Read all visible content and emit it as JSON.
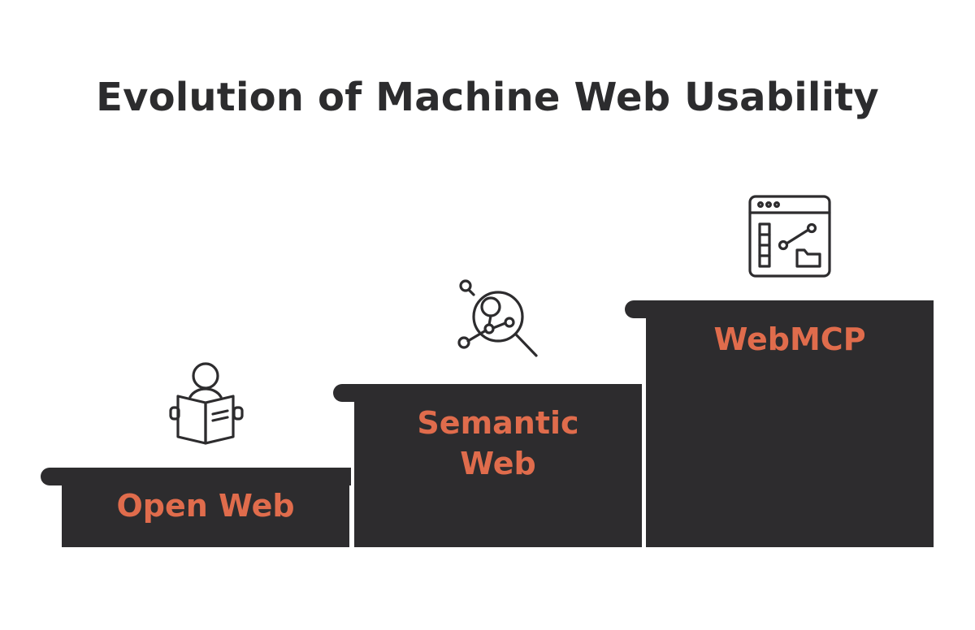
{
  "title": "Evolution of Machine Web Usability",
  "colors": {
    "step_fill": "#2d2c2e",
    "label_accent": "#e06c4c",
    "title_text": "#2c2c2e",
    "icon_stroke": "#2d2c2e"
  },
  "steps": [
    {
      "label": "Open Web",
      "icon": "person-reading-book-icon"
    },
    {
      "label": "Semantic Web",
      "icon": "magnifier-network-icon"
    },
    {
      "label": "WebMCP",
      "icon": "browser-window-dashboard-icon"
    }
  ]
}
